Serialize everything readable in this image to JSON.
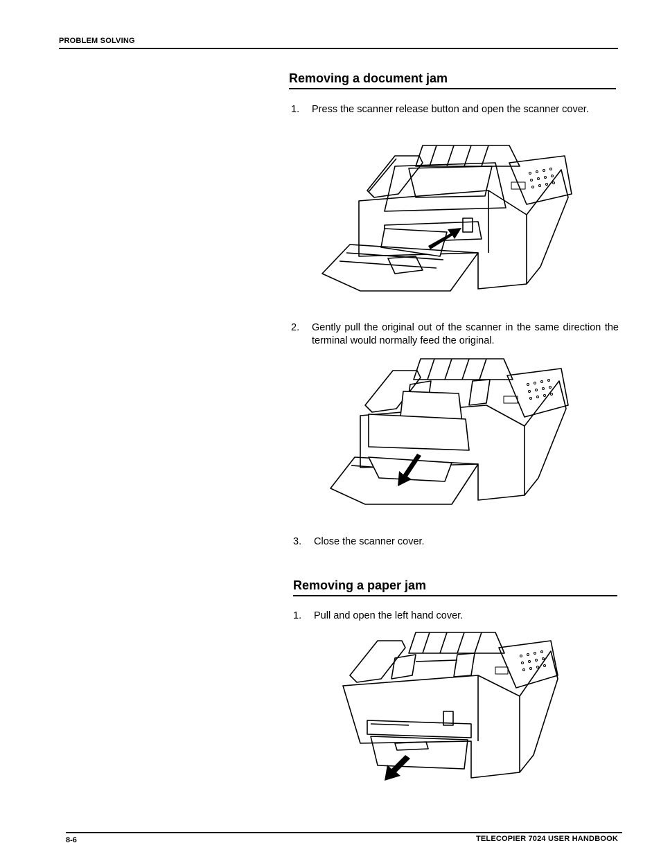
{
  "header": {
    "section_label": "PROBLEM SOLVING"
  },
  "sections": [
    {
      "title": "Removing a document jam",
      "steps": [
        {
          "number": "1.",
          "text": "Press the scanner release button and open the scanner cover."
        },
        {
          "number": "2.",
          "text": "Gently pull the original out of the scanner in the same direction the terminal would normally feed the original."
        },
        {
          "number": "3.",
          "text": "Close the scanner cover."
        }
      ]
    },
    {
      "title": "Removing a paper jam",
      "steps": [
        {
          "number": "1.",
          "text": "Pull and open the left hand cover."
        }
      ]
    }
  ],
  "footer": {
    "page_number": "8-6",
    "book_title": "TELECOPIER 7024 USER HANDBOOK"
  }
}
